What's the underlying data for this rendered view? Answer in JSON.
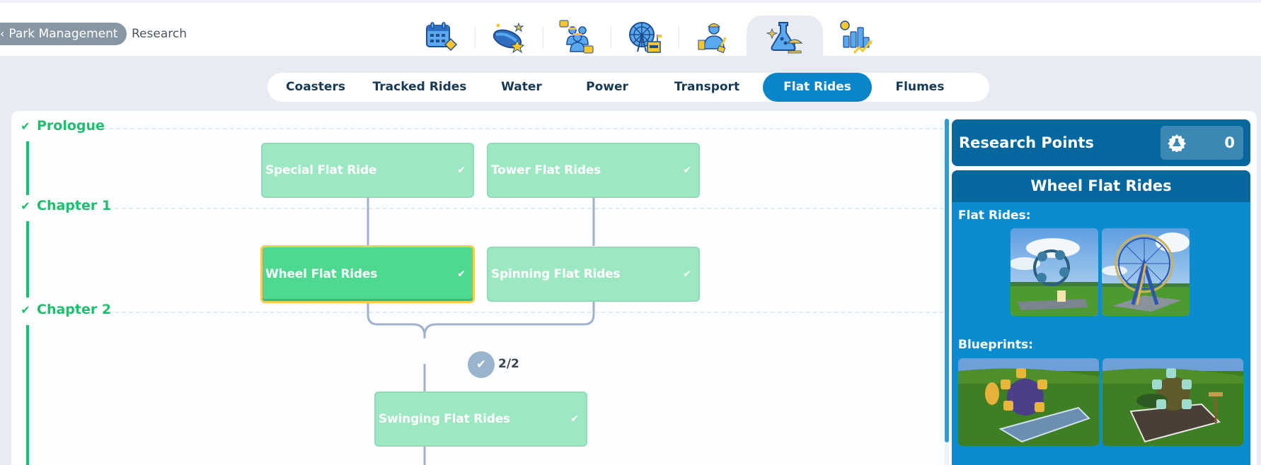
{
  "header": {
    "back_label": "Park Management",
    "back_icon": "chevron-left-icon",
    "current": "Research",
    "icon_tabs": [
      {
        "name": "calendar-ticket-icon",
        "active": false
      },
      {
        "name": "park-rating-icon",
        "active": false
      },
      {
        "name": "guests-icon",
        "active": false
      },
      {
        "name": "facilities-icon",
        "active": false
      },
      {
        "name": "staff-icon",
        "active": false
      },
      {
        "name": "research-icon",
        "active": true
      },
      {
        "name": "finances-icon",
        "active": false
      }
    ]
  },
  "subtabs": [
    {
      "label": "Coasters",
      "active": false
    },
    {
      "label": "Tracked Rides",
      "active": false
    },
    {
      "label": "Water",
      "active": false
    },
    {
      "label": "Power",
      "active": false
    },
    {
      "label": "Transport",
      "active": false
    },
    {
      "label": "Flat Rides",
      "active": true
    },
    {
      "label": "Flumes",
      "active": false
    }
  ],
  "tree": {
    "chapters": [
      {
        "label": "Prologue",
        "complete": true
      },
      {
        "label": "Chapter 1",
        "complete": true
      },
      {
        "label": "Chapter 2",
        "complete": true
      }
    ],
    "nodes": [
      {
        "label": "Special Flat Ride",
        "researched": true,
        "selected": false
      },
      {
        "label": "Tower Flat Rides",
        "researched": true,
        "selected": false
      },
      {
        "label": "Wheel Flat Rides",
        "researched": true,
        "selected": true
      },
      {
        "label": "Spinning Flat Rides",
        "researched": true,
        "selected": false
      },
      {
        "label": "Swinging Flat Rides",
        "researched": true,
        "selected": false
      }
    ],
    "gate": {
      "count": "2/2",
      "complete": true
    }
  },
  "research_points": {
    "label": "Research Points",
    "value": "0",
    "icon": "research-gear-icon"
  },
  "detail": {
    "title": "Wheel Flat Rides",
    "flat_rides_label": "Flat Rides:",
    "flat_rides": [
      {
        "name": "small-wheel-ride-thumbnail"
      },
      {
        "name": "ferris-wheel-thumbnail"
      }
    ],
    "blueprints_label": "Blueprints:",
    "blueprints": [
      {
        "name": "themed-wheel-blueprint-purple"
      },
      {
        "name": "themed-wheel-blueprint-jungle"
      }
    ]
  },
  "colors": {
    "accent": "#0a85c9",
    "complete_green": "#1cc06c",
    "node_green": "#9ce8c2",
    "selected_node": "#4dd98f",
    "selected_border": "#f3cf50",
    "panel_dark": "#05679d",
    "panel_blue": "#0a8ccf"
  }
}
